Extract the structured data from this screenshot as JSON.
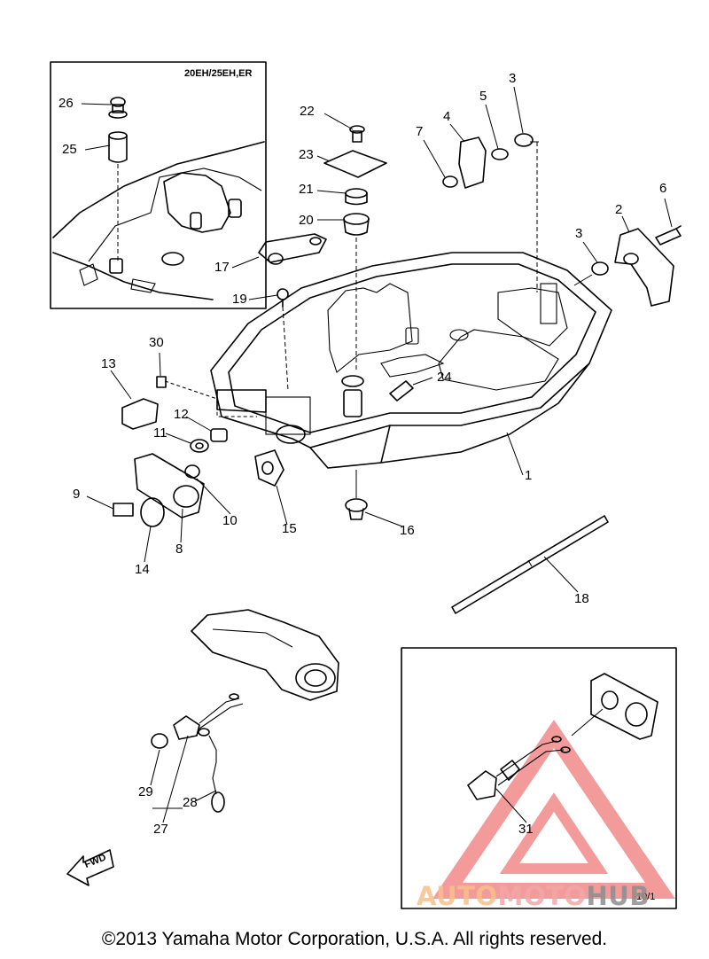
{
  "inset_top": {
    "label": "20EH/25EH,ER"
  },
  "inset_bottom": {
    "label": "10/1"
  },
  "callouts": [
    {
      "text": "26"
    },
    {
      "text": "25"
    },
    {
      "text": "22"
    },
    {
      "text": "23"
    },
    {
      "text": "21"
    },
    {
      "text": "20"
    },
    {
      "text": "17"
    },
    {
      "text": "19"
    },
    {
      "text": "7"
    },
    {
      "text": "4"
    },
    {
      "text": "5"
    },
    {
      "text": "3"
    },
    {
      "text": "6"
    },
    {
      "text": "2"
    },
    {
      "text": "3"
    },
    {
      "text": "30"
    },
    {
      "text": "13"
    },
    {
      "text": "12"
    },
    {
      "text": "11"
    },
    {
      "text": "24"
    },
    {
      "text": "1"
    },
    {
      "text": "9"
    },
    {
      "text": "14"
    },
    {
      "text": "8"
    },
    {
      "text": "10"
    },
    {
      "text": "15"
    },
    {
      "text": "16"
    },
    {
      "text": "18"
    },
    {
      "text": "29"
    },
    {
      "text": "28"
    },
    {
      "text": "27"
    },
    {
      "text": "31"
    }
  ],
  "fwd_arrow": {
    "label": "FWD"
  },
  "watermark": {
    "part1": "AUTO",
    "part2": "MOTO",
    "part3": "HUB",
    "color_primary": "#f2a7a7",
    "color_accent": "#f7c08a"
  },
  "copyright": "©2013 Yamaha Motor Corporation, U.S.A. All rights reserved."
}
